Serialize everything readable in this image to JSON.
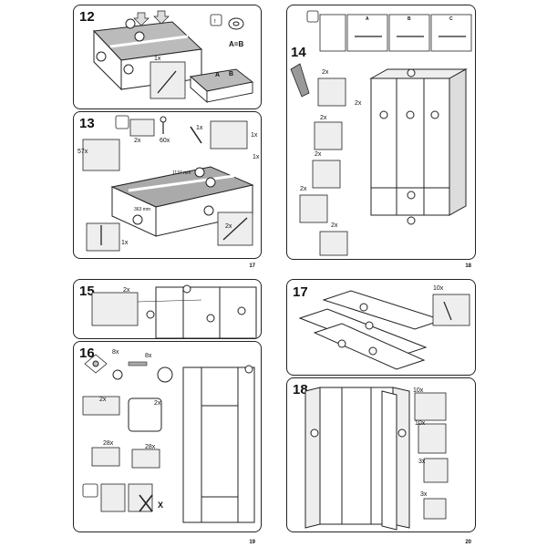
{
  "pages": [
    {
      "page_number": "17",
      "steps": [
        {
          "number": "12",
          "labels": [
            "1x",
            "A",
            "B",
            "A=B"
          ]
        },
        {
          "number": "13",
          "labels": [
            "2x",
            "57x",
            "60x",
            "1x",
            "1x",
            "1x",
            "2x",
            "1x"
          ],
          "dims": [
            "1137 mm",
            "363 mm"
          ]
        }
      ]
    },
    {
      "page_number": "18",
      "steps": [
        {
          "number": "14",
          "labels": [
            "2x",
            "2x",
            "2x",
            "2x",
            "2x",
            "2x",
            "A",
            "B",
            "C"
          ]
        }
      ]
    },
    {
      "page_number": "19",
      "steps": [
        {
          "number": "15",
          "labels": [
            "2x"
          ]
        },
        {
          "number": "16",
          "labels": [
            "8x",
            "8x",
            "2x",
            "2x",
            "28x",
            "28x",
            "X"
          ]
        }
      ]
    },
    {
      "page_number": "20",
      "steps": [
        {
          "number": "17",
          "labels": [
            "10x"
          ]
        },
        {
          "number": "18",
          "labels": [
            "10x",
            "10x",
            "3x",
            "3x"
          ]
        }
      ]
    }
  ]
}
